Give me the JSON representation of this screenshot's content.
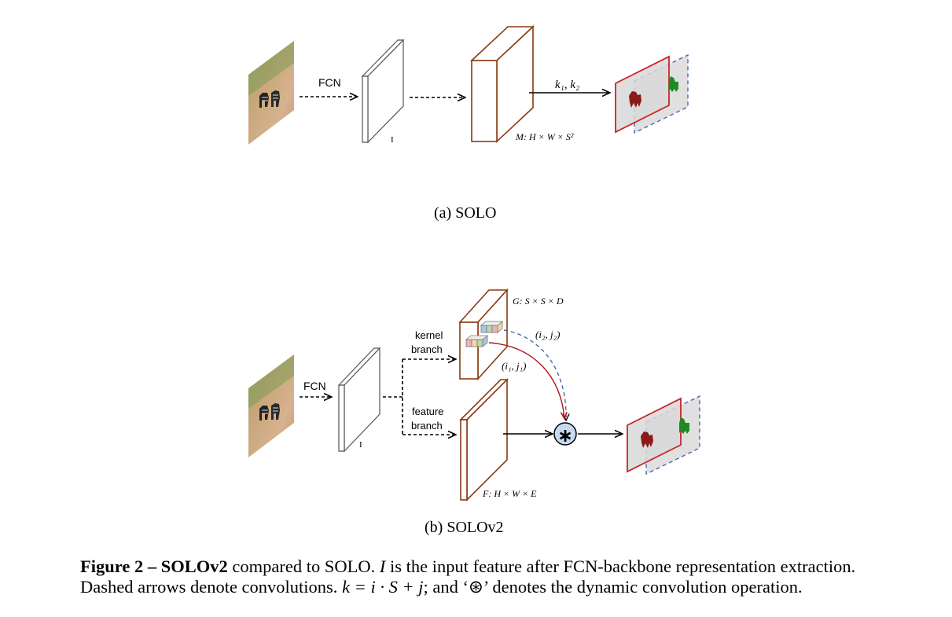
{
  "panel_a": {
    "fcn_label": "FCN",
    "input_label": "I",
    "kernel_label": "k₁,  k₂",
    "mask_dim_label": "M:  H × W × S²",
    "caption": "(a) SOLO"
  },
  "panel_b": {
    "fcn_label": "FCN",
    "input_label": "I",
    "kernel_branch_line1": "kernel",
    "kernel_branch_line2": "branch",
    "feature_branch_line1": "feature",
    "feature_branch_line2": "branch",
    "g_dim_label": "G:  S × S × D",
    "f_dim_label": "F:  H × W × E",
    "ij2_label": "(i₂, j₂)",
    "ij1_label": "(i₁, j₁)",
    "conv_symbol": "∗",
    "caption": "(b) SOLOv2"
  },
  "caption": {
    "figure_label": "Figure 2 – SOLOv2",
    "text_1": " compared to SOLO. ",
    "var_i": "I",
    "text_2": " is the input feature after FCN-backbone representation extraction.",
    "text_3": "Dashed arrows denote convolutions. ",
    "formula": "k = i · S + j",
    "text_4": "; and ‘⊛’ denotes the dynamic convolution operation."
  },
  "colors": {
    "tensor_brown": "#8b3a12",
    "mask_red": "#cc2229",
    "dash_blue": "#4a6aa8",
    "curve_red": "#b0141c",
    "conv_fill": "#c7daf2",
    "obj_red": "#8b1a1a",
    "obj_green": "#1f8a1f"
  }
}
